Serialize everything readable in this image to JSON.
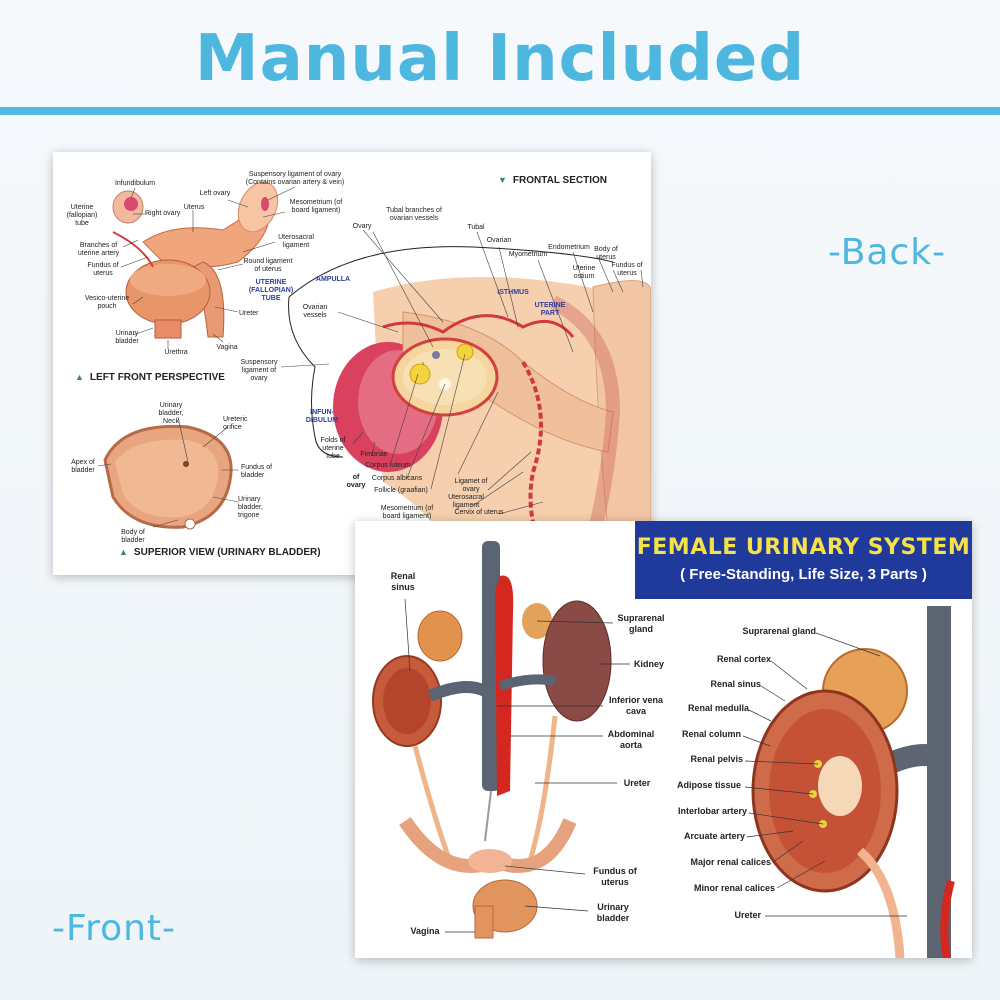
{
  "headline": "Manual Included",
  "tags": {
    "back": "-Back-",
    "front": "-Front-"
  },
  "back_card": {
    "sections": {
      "left_front": "LEFT FRONT PERSPECTIVE",
      "frontal": "FRONTAL SECTION",
      "superior": "SUPERIOR VIEW (URINARY BLADDER)"
    },
    "labels": {
      "infundibulum": "Infundibulum",
      "uterine_tube": "Uterine (fallopian) tube",
      "right_ovary": "Right ovary",
      "uterus": "Uterus",
      "left_ovary": "Left ovary",
      "suspensory_ligament": "Suspensory ligament of ovary (Contains ovarian artery & vein)",
      "mesometrium": "Mesometrium (of board ligament)",
      "branches_uterine_artery": "Branches of uterine artery",
      "fundus_of_uterus": "Fundus of uterus",
      "uterosacral_ligament": "Uterosacral ligament",
      "round_ligament": "Round ligament of uterus",
      "vesico_uterine_pouch": "Vesico-uterine pouch",
      "ureter": "Ureter",
      "urinary_bladder": "Urinary bladder",
      "urethra": "Urethra",
      "vagina": "Vagina",
      "tubal_branches": "Tubal branches of ovarian vessels",
      "ovary": "Ovary",
      "tubal": "Tubal",
      "ovarian": "Ovarian",
      "endometrium": "Endometrium",
      "body_of_uterus": "Body of uterus",
      "myometrium": "Myometrium",
      "uterine_ostium": "Uterine ostium",
      "fundus_of_uterus_r": "Fundus of uterus",
      "uterine_fallopian_tube": "UTERINE (FALLOPIAN) TUBE",
      "ampulla": "AMPULLA",
      "isthmus": "ISTHMUS",
      "uterine_part": "UTERINE PART",
      "ovarian_vessels": "Ovarian vessels",
      "suspensory_ligament_short": "Suspensory ligament of ovary",
      "infundibulum_caps": "INFUN- DIBULUM",
      "folds_uterine_tube": "Folds of uterine tube",
      "fimbriae": "Fimbriae",
      "corpus_luteum": "Corpus luteum",
      "of_ovary": "of ovary",
      "corpus_albicans": "Corpus albicans",
      "follicle": "Follicle (graafian)",
      "ligament_of_ovary": "Ligamet of ovary",
      "uterosacral_ligament_b": "Uterosacral ligament",
      "mesometrium_b": "Mesometrium (of board ligament)",
      "cervix": "Cervix of uterus",
      "bladder_neck": "Urinary bladder, Neck",
      "ureteric_orifice": "Ureteric orifice",
      "apex_of_bladder": "Apex of bladder",
      "fundus_of_bladder": "Fundus of bladder",
      "trigone": "Urinary bladder, trigone",
      "body_of_bladder": "Body of bladder"
    }
  },
  "front_card": {
    "title": "FEMALE URINARY SYSTEM",
    "subtitle": "( Free-Standing,   Life Size, 3 Parts )",
    "left_labels": {
      "renal_sinus": "Renal sinus",
      "suprarenal_gland": "Suprarenal gland",
      "kidney": "Kidney",
      "inferior_vena_cava": "Inferior vena cava",
      "abdominal_aorta": "Abdominal aorta",
      "ureter": "Ureter",
      "fundus_of_uterus": "Fundus of uterus",
      "urinary_bladder": "Urinary bladder",
      "vagina": "Vagina"
    },
    "right_labels": {
      "suprarenal_gland": "Suprarenal gland",
      "renal_cortex": "Renal cortex",
      "renal_sinus": "Renal sinus",
      "renal_medulla": "Renal medulla",
      "renal_column": "Renal column",
      "renal_pelvis": "Renal pelvis",
      "adipose_tissue": "Adipose tissue",
      "interlobar_artery": "Interlobar artery",
      "arcuate_artery": "Arcuate artery",
      "major_renal_calices": "Major renal calices",
      "minor_renal_calices": "Minor renal calices",
      "ureter": "Ureter"
    }
  }
}
